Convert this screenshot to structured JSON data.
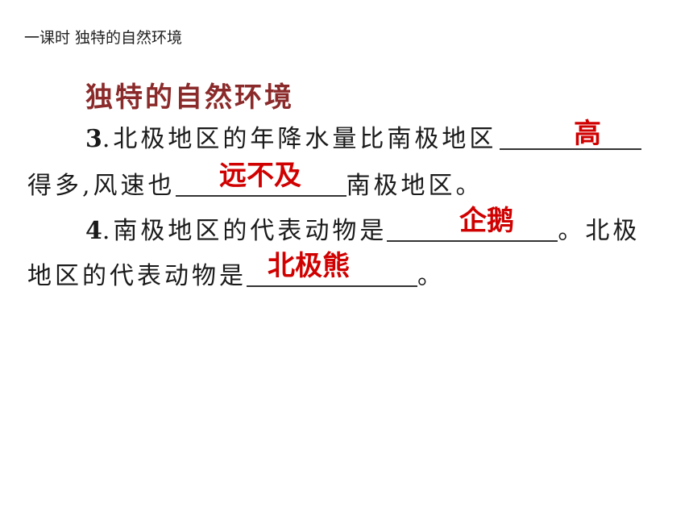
{
  "header": {
    "text": "一课时 独特的自然环境"
  },
  "section_title": "独特的自然环境",
  "questions": [
    {
      "num": "3",
      "line1_text": ".北极地区的年降水量比南极地区",
      "answer1": "高",
      "line2_start": "得多,风速也",
      "answer2": "远不及",
      "line2_end": "南极地区。"
    },
    {
      "num": "4",
      "line1_text": ".南极地区的代表动物是",
      "answer1": "企鹅",
      "line1_end": "。北极",
      "line2_start": "地区的代表动物是",
      "answer2": "北极熊",
      "line2_end": "。"
    }
  ],
  "colors": {
    "title": "#8b2a2a",
    "answer": "#d00000",
    "text": "#1a1a1a"
  }
}
